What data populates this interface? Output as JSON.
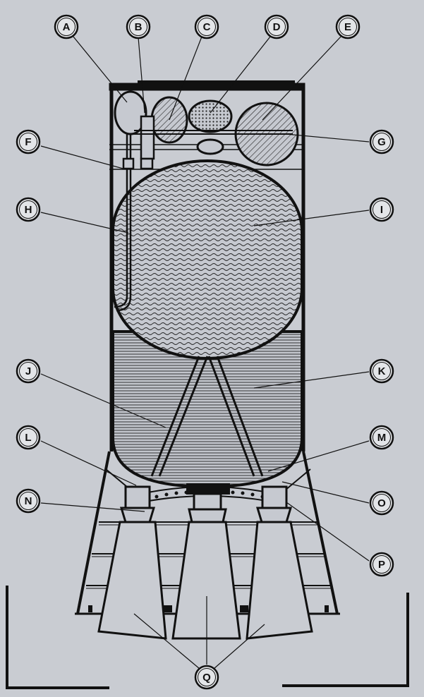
{
  "diagram": {
    "background_color": "#c9ccd2",
    "line_color": "#111111",
    "tank_fill_color": "#b8bcc4",
    "callouts": [
      {
        "letter": "A"
      },
      {
        "letter": "B"
      },
      {
        "letter": "C"
      },
      {
        "letter": "D"
      },
      {
        "letter": "E"
      },
      {
        "letter": "F"
      },
      {
        "letter": "G"
      },
      {
        "letter": "H"
      },
      {
        "letter": "I"
      },
      {
        "letter": "J"
      },
      {
        "letter": "K"
      },
      {
        "letter": "L"
      },
      {
        "letter": "M"
      },
      {
        "letter": "N"
      },
      {
        "letter": "O"
      },
      {
        "letter": "P"
      },
      {
        "letter": "Q"
      }
    ]
  }
}
